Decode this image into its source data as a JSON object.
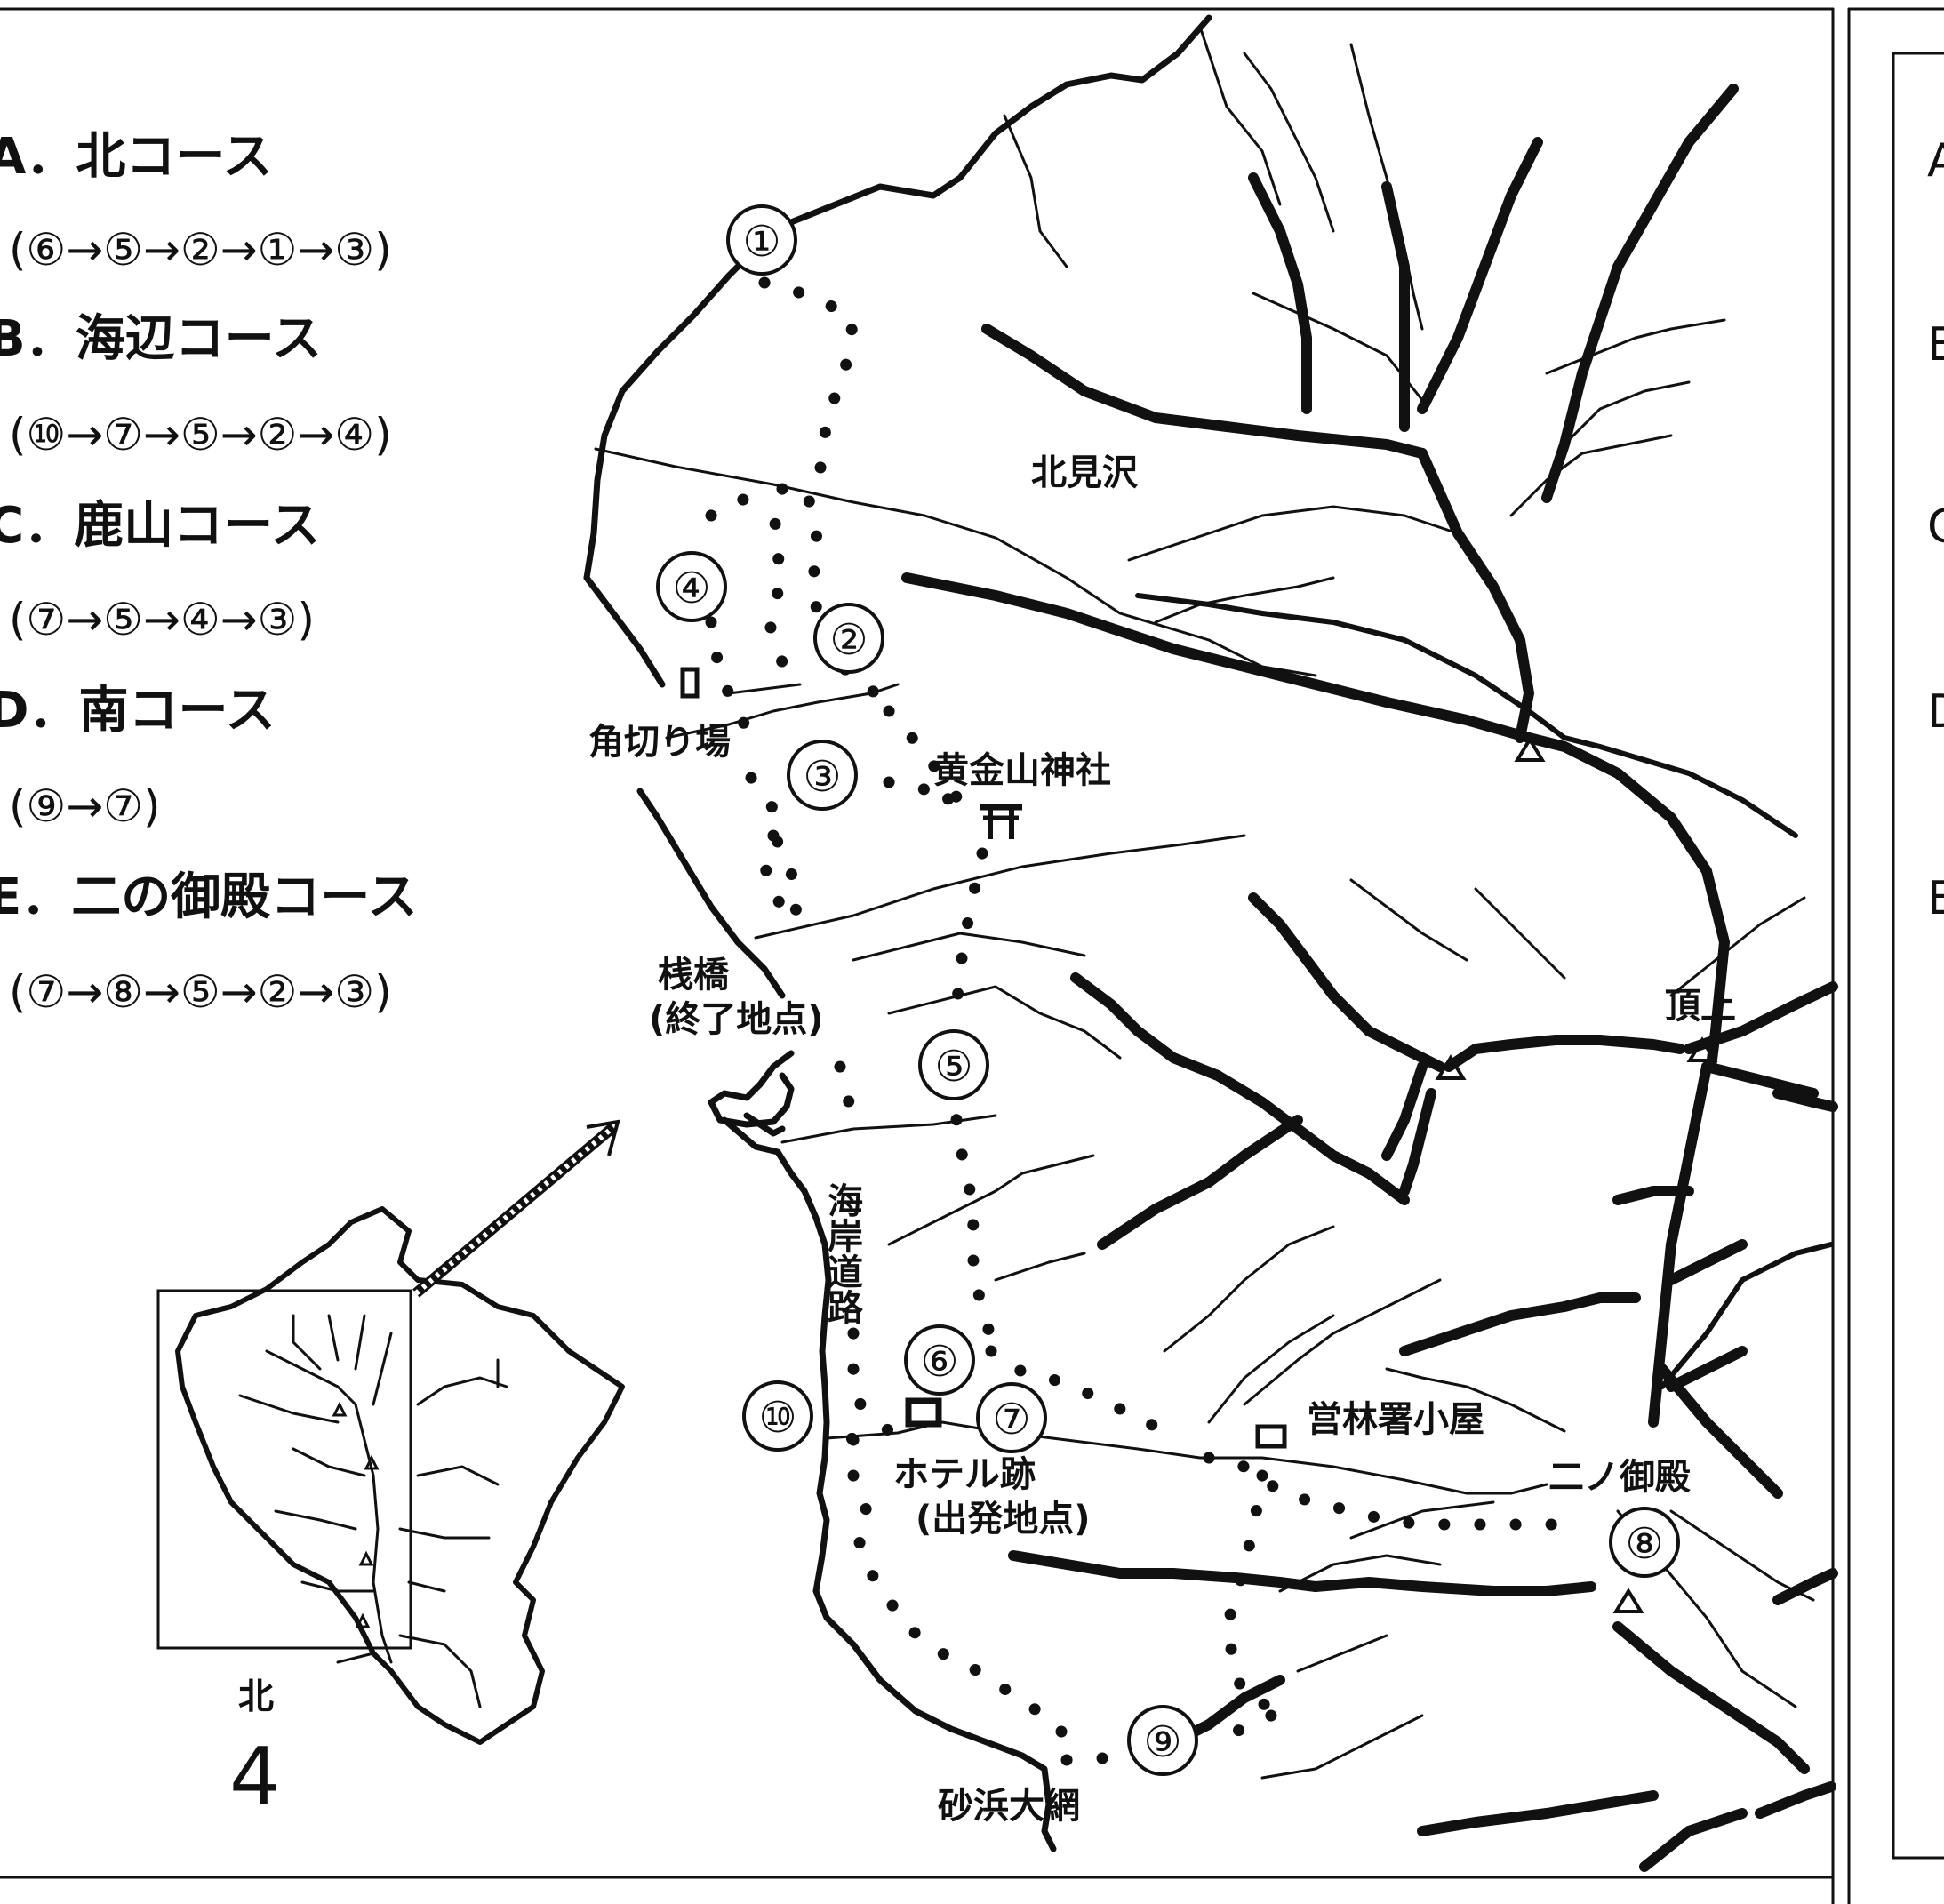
{
  "legend": {
    "courses": [
      {
        "title": "A．北コース",
        "route": "(⑥→⑤→②→①→③)"
      },
      {
        "title": "B．海辺コース",
        "route": "(⑩→⑦→⑤→②→④)"
      },
      {
        "title": "C．鹿山コース",
        "route": "(⑦→⑤→④→③)"
      },
      {
        "title": "D．南コース",
        "route": "(⑨→⑦)"
      },
      {
        "title": "E．二の御殿コース",
        "route": "(⑦→⑧→⑤→②→③)"
      }
    ]
  },
  "places": {
    "kitamizawa": "北見沢",
    "tsunokiriba": "角切り場",
    "koganeyama_shrine": "黄金山神社",
    "sanbashi": "桟橋",
    "sanbashi_sub": "(終了地点)",
    "kaigan_doro": "海岸道路",
    "hotel_ato": "ホテル跡",
    "hotel_ato_sub": "(出発地点)",
    "eirinsho_goya": "営林署小屋",
    "ninogoten": "二ノ御殿",
    "chojo": "頂上",
    "sunahama_oami": "砂浜大網"
  },
  "stops": [
    "①",
    "②",
    "③",
    "④",
    "⑤",
    "⑥",
    "⑦",
    "⑧",
    "⑨",
    "⑩"
  ],
  "inset": {
    "north_label": "北",
    "figure_number": "4"
  },
  "right_panel": {
    "letters": [
      "A",
      "B",
      "C",
      "D",
      "E"
    ]
  }
}
